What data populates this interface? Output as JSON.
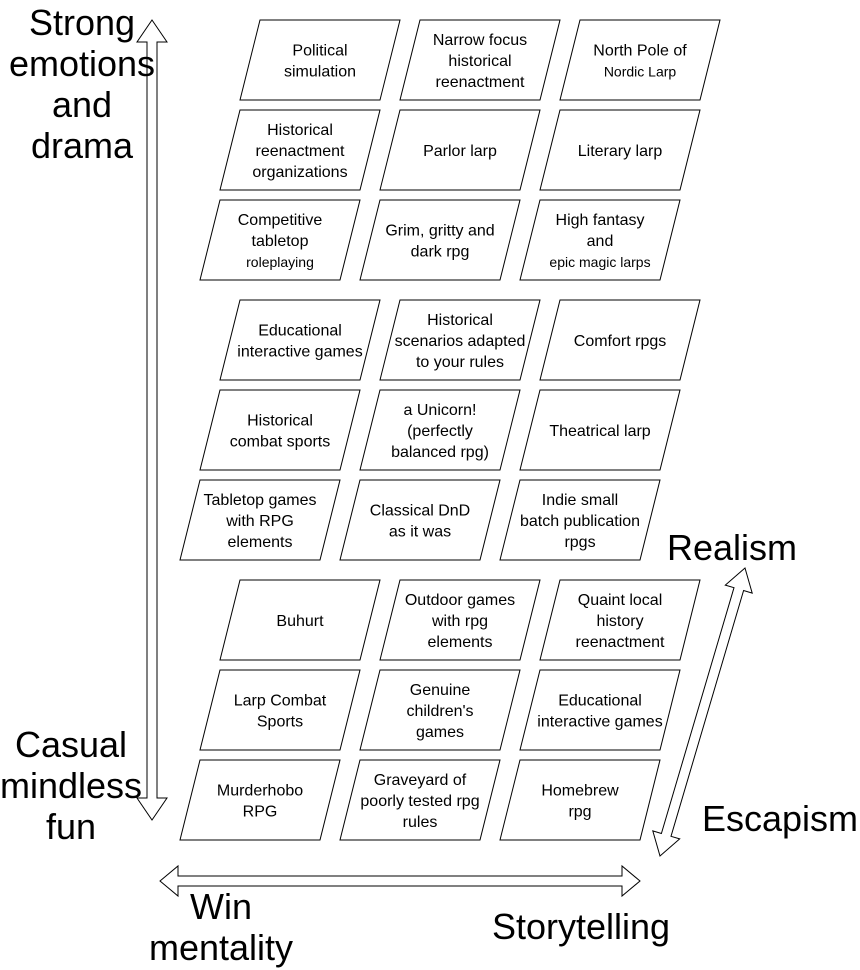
{
  "axes": {
    "vertical": {
      "top": "Strong emotions and drama",
      "bottom": "Casual mindless fun"
    },
    "horizontal": {
      "left": "Win mentality",
      "right": "Storytelling"
    },
    "depth": {
      "top": "Realism",
      "bottom": "Escapism"
    },
    "labels_lines": {
      "vertical_top": [
        "Strong",
        "emotions",
        "and",
        "drama"
      ],
      "vertical_bottom": [
        "Casual",
        "mindless",
        "fun"
      ],
      "horizontal_left": [
        "Win",
        "mentality"
      ],
      "horizontal_right": [
        "Storytelling"
      ],
      "depth_top": [
        "Realism"
      ],
      "depth_bottom": [
        "Escapism"
      ]
    }
  },
  "layers": [
    {
      "name": "top-layer",
      "rows": [
        [
          {
            "lines": [
              "Political",
              "simulation"
            ]
          },
          {
            "lines": [
              "Narrow focus",
              "historical",
              "reenactment"
            ]
          },
          {
            "lines": [
              "North Pole of",
              "Nordic Larp"
            ],
            "small_lines": [
              1
            ]
          }
        ],
        [
          {
            "lines": [
              "Historical",
              "reenactment",
              "organizations"
            ]
          },
          {
            "lines": [
              "Parlor larp"
            ]
          },
          {
            "lines": [
              "Literary larp"
            ]
          }
        ],
        [
          {
            "lines": [
              "Competitive",
              "tabletop",
              "roleplaying"
            ],
            "small_lines": [
              2
            ]
          },
          {
            "lines": [
              "Grim, gritty and",
              "dark rpg"
            ]
          },
          {
            "lines": [
              "High fantasy",
              "and",
              "epic magic larps"
            ],
            "small_lines": [
              2
            ]
          }
        ]
      ]
    },
    {
      "name": "middle-layer",
      "rows": [
        [
          {
            "lines": [
              "Educational",
              "interactive games"
            ]
          },
          {
            "lines": [
              "Historical",
              "scenarios adapted",
              "to your rules"
            ]
          },
          {
            "lines": [
              "Comfort rpgs"
            ]
          }
        ],
        [
          {
            "lines": [
              "Historical",
              "combat sports"
            ]
          },
          {
            "lines": [
              "a Unicorn!",
              "(perfectly",
              "balanced rpg)"
            ]
          },
          {
            "lines": [
              "Theatrical larp"
            ]
          }
        ],
        [
          {
            "lines": [
              "Tabletop games",
              "with RPG",
              "elements"
            ]
          },
          {
            "lines": [
              "Classical DnD",
              "as it was"
            ]
          },
          {
            "lines": [
              "Indie small",
              "batch publication",
              "rpgs"
            ]
          }
        ]
      ]
    },
    {
      "name": "bottom-layer",
      "rows": [
        [
          {
            "lines": [
              "Buhurt"
            ]
          },
          {
            "lines": [
              "Outdoor games",
              "with rpg",
              "elements"
            ]
          },
          {
            "lines": [
              "Quaint local",
              "history",
              "reenactment"
            ]
          }
        ],
        [
          {
            "lines": [
              "Larp Combat",
              "Sports"
            ]
          },
          {
            "lines": [
              "Genuine",
              "children's",
              "games"
            ]
          },
          {
            "lines": [
              "Educational",
              "interactive games"
            ]
          }
        ],
        [
          {
            "lines": [
              "Murderhobo",
              "RPG"
            ]
          },
          {
            "lines": [
              "Graveyard of",
              "poorly tested rpg",
              "rules"
            ]
          },
          {
            "lines": [
              "Homebrew",
              "rpg"
            ]
          }
        ]
      ]
    }
  ],
  "colors": {
    "stroke": "#000000",
    "fill": "#ffffff",
    "text": "#000000"
  }
}
